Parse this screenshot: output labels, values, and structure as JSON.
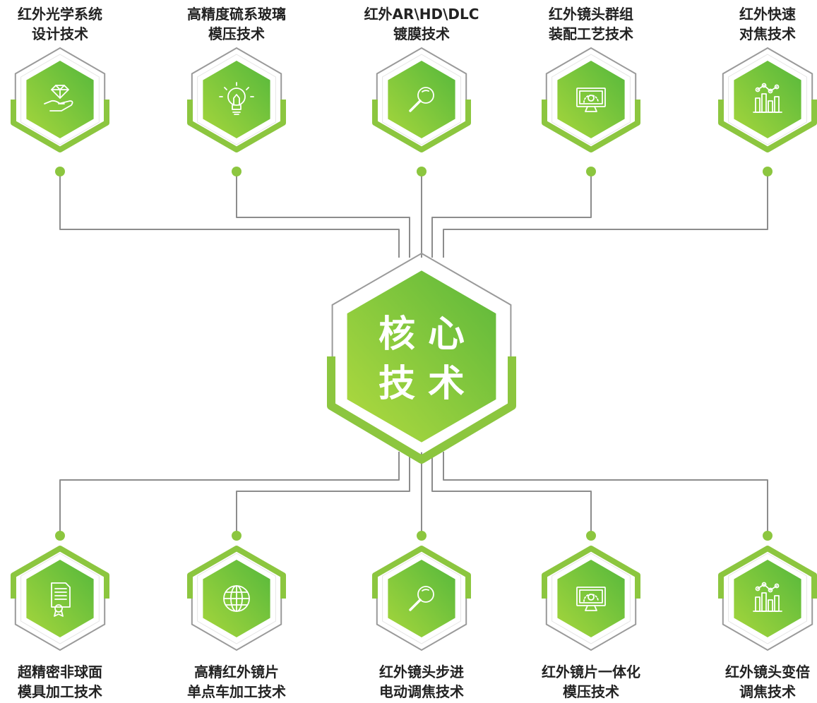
{
  "center": {
    "line1": "核 心",
    "line2": "技 术"
  },
  "colors": {
    "green_light": "#a6d63c",
    "green_dark": "#55b83c",
    "line": "#8c8c8c",
    "ring": "#9a9a9a"
  },
  "top_items": [
    {
      "lines": [
        "红外光学系统",
        "设计技术"
      ],
      "icon": "diamond-hand-icon"
    },
    {
      "lines": [
        "高精度硫系玻璃",
        "模压技术"
      ],
      "icon": "lightbulb-icon"
    },
    {
      "lines": [
        "红外AR\\HD\\DLC",
        "镀膜技术"
      ],
      "icon": "magnifier-icon"
    },
    {
      "lines": [
        "红外镜头群组",
        "装配工艺技术"
      ],
      "icon": "monitor-gear-icon"
    },
    {
      "lines": [
        "红外快速",
        "对焦技术"
      ],
      "icon": "bar-chart-icon"
    }
  ],
  "bottom_items": [
    {
      "lines": [
        "超精密非球面",
        "模具加工技术"
      ],
      "icon": "certificate-icon"
    },
    {
      "lines": [
        "高精红外镜片",
        "单点车加工技术"
      ],
      "icon": "globe-icon"
    },
    {
      "lines": [
        "红外镜头步进",
        "电动调焦技术"
      ],
      "icon": "magnifier-icon"
    },
    {
      "lines": [
        "红外镜片一体化",
        "模压技术"
      ],
      "icon": "monitor-gear-icon"
    },
    {
      "lines": [
        "红外镜头变倍",
        "调焦技术"
      ],
      "icon": "bar-chart-icon"
    }
  ]
}
